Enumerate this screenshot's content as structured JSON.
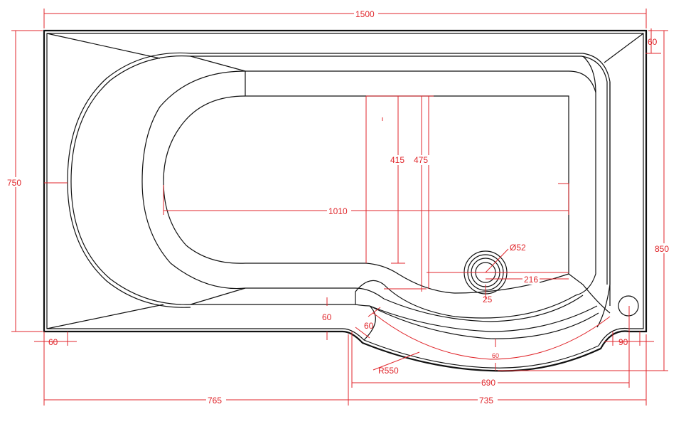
{
  "colors": {
    "outline": "#111111",
    "dimension": "#e0262b",
    "background": "#ffffff"
  },
  "dimensions": {
    "overall_length": "1500",
    "overall_width": "750",
    "overall_width_with_curve": "850",
    "rim_top": "60",
    "rim_left": "60",
    "rim_step": "60",
    "rim_curve": "60",
    "rim_bottom": "60",
    "rim_right_bottom": "90",
    "inner_length": "1010",
    "inner_depth_1": "415",
    "inner_depth_2": "475",
    "waste_diameter": "Ø52",
    "waste_offset_x": "216",
    "waste_offset_y": "25",
    "curve_radius": "R550",
    "curve_chord": "690",
    "left_section": "765",
    "right_section": "735"
  }
}
